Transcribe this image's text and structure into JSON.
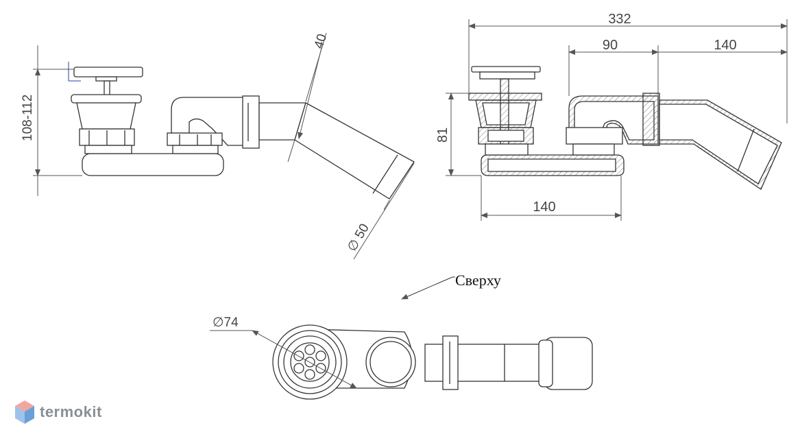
{
  "dimensions": {
    "height_range": "108-112",
    "angle_offset": "40",
    "outlet_diameter": "∅ 50",
    "total_length": "332",
    "segment_mid": "90",
    "segment_right": "140",
    "side_height": "81",
    "base_length": "140",
    "top_diameter": "∅74"
  },
  "labels": {
    "view_from_top": "Сверху"
  },
  "brand": {
    "name": "termokit",
    "colors": {
      "top": "#f2a6a0",
      "left": "#9ec3ea",
      "right": "#6a9fd8"
    }
  },
  "colors": {
    "line": "#333333",
    "dim_line": "#555555",
    "fill": "#ffffff",
    "hatch": "#666666"
  }
}
